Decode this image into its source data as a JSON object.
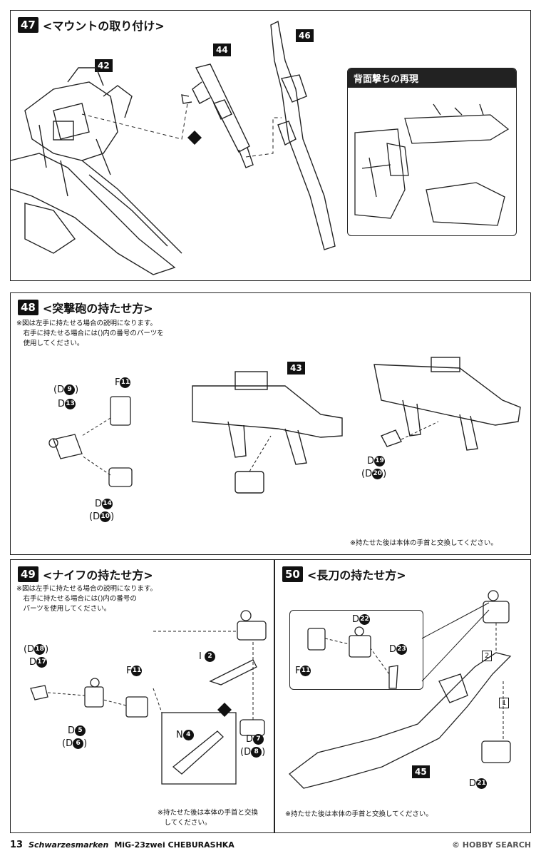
{
  "s47": {
    "num": "47",
    "title": "<マウントの取り付け>",
    "p42": "42",
    "p44": "44",
    "p46": "46",
    "inset_title": "背面撃ちの再現"
  },
  "s48": {
    "num": "48",
    "title": "<突撃砲の持たせ方>",
    "note": "※図は左手に持たせる場合の説明になります。\n　右手に持たせる場合には()内の番号のパーツを\n　使用してください。",
    "d9": "(D",
    "d9n": "9",
    "d9c": ")",
    "d13": "D",
    "d13n": "13",
    "f11": "F",
    "f11n": "11",
    "d14": "D",
    "d14n": "14",
    "d10": "(D",
    "d10n": "10",
    "d10c": ")",
    "p43": "43",
    "d19": "D",
    "d19n": "19",
    "d20": "(D",
    "d20n": "20",
    "d20c": ")",
    "after": "※持たせた後は本体の手首と交換してください。"
  },
  "s49": {
    "num": "49",
    "title": "<ナイフの持たせ方>",
    "note": "※図は左手に持たせる場合の説明になります。\n　右手に持たせる場合には()内の番号の\n　パーツを使用してください。",
    "d18": "(D",
    "d18n": "18",
    "d18c": ")",
    "d17": "D",
    "d17n": "17",
    "f11": "F",
    "f11n": "11",
    "d5": "D",
    "d5n": "5",
    "d6": "(D",
    "d6n": "6",
    "d6c": ")",
    "i2": "I",
    "i2n": "2",
    "n4": "N",
    "n4n": "4",
    "d7": "D",
    "d7n": "7",
    "d8": "(D",
    "d8n": "8",
    "d8c": ")",
    "after": "※持たせた後は本体の手首と交換\n　してください。"
  },
  "s50": {
    "num": "50",
    "title": "<長刀の持たせ方>",
    "d22": "D",
    "d22n": "22",
    "d23": "D",
    "d23n": "23",
    "f11": "F",
    "f11n": "11",
    "step2": "2",
    "step1": "1",
    "p45": "45",
    "d21": "D",
    "d21n": "21",
    "after": "※持たせた後は本体の手首と交換してください。"
  },
  "footer": {
    "page": "13",
    "series": "Schwarzesmarken",
    "model": "MiG-23zwei CHEBURASHKA",
    "watermark": "© HOBBY SEARCH"
  }
}
